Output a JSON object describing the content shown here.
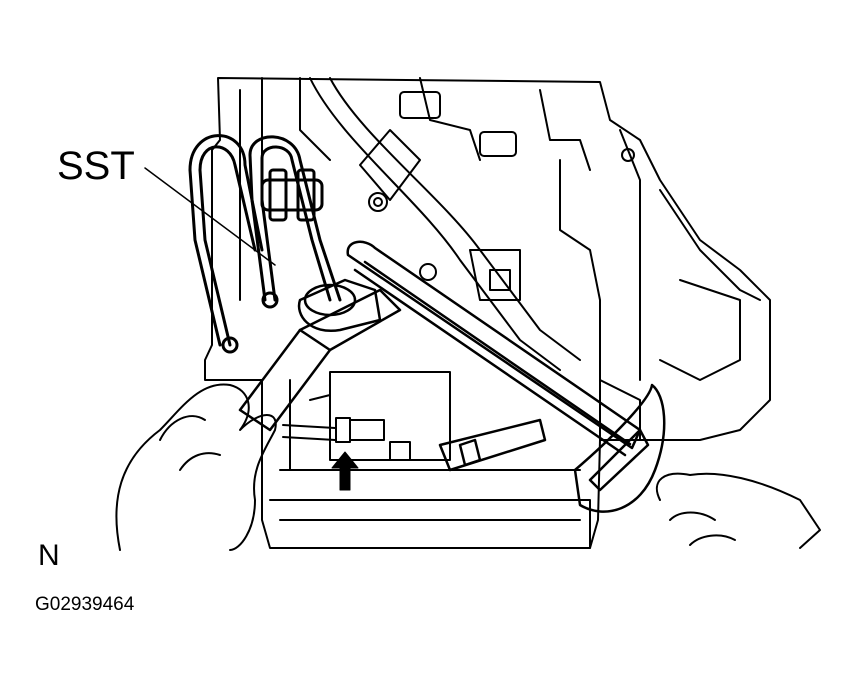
{
  "callouts": {
    "sst": "SST"
  },
  "orientation_mark": "N",
  "figure_code": "G02939464",
  "colors": {
    "line": "#000000",
    "background": "#ffffff"
  },
  "icons": {
    "direction_arrow": "up-arrow-icon"
  }
}
